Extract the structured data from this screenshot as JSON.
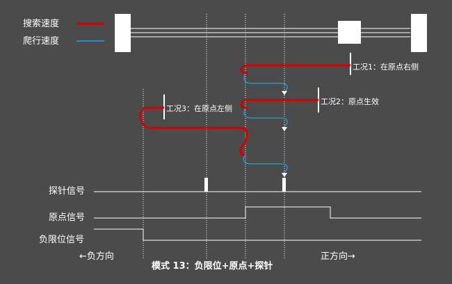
{
  "legend": {
    "search_speed": "搜索速度",
    "crawl_speed": "爬行速度"
  },
  "colors": {
    "search": "#d40000",
    "crawl": "#1aa7e0",
    "line": "#ffffff",
    "background": "#4b4b4b"
  },
  "cases": {
    "case1": "工况1：在原点右侧",
    "case2": "工况2：原点生效",
    "case3": "工况3：在原点左侧"
  },
  "signals": {
    "probe": "探针信号",
    "origin": "原点信号",
    "neg_limit": "负限位信号"
  },
  "directions": {
    "negative": "←负方向",
    "positive": "正方向→"
  },
  "caption": "模式 13：负限位+原点+探针"
}
